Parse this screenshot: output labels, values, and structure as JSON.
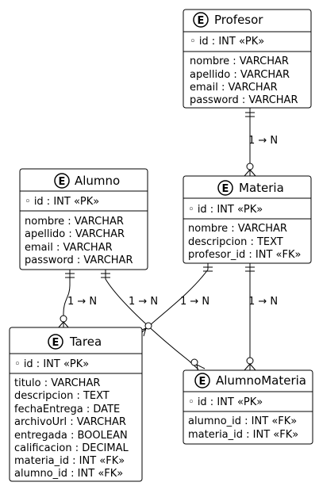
{
  "entities": {
    "profesor": {
      "badge": "E",
      "name": "Profesor",
      "pk": "id : INT «PK»",
      "fields": [
        "nombre : VARCHAR",
        "apellido : VARCHAR",
        "email : VARCHAR",
        "password : VARCHAR"
      ]
    },
    "alumno": {
      "badge": "E",
      "name": "Alumno",
      "pk": "id : INT «PK»",
      "fields": [
        "nombre : VARCHAR",
        "apellido : VARCHAR",
        "email : VARCHAR",
        "password : VARCHAR"
      ]
    },
    "materia": {
      "badge": "E",
      "name": "Materia",
      "pk": "id : INT «PK»",
      "fields": [
        "nombre : VARCHAR",
        "descripcion : TEXT",
        "profesor_id : INT «FK»"
      ]
    },
    "tarea": {
      "badge": "E",
      "name": "Tarea",
      "pk": "id : INT «PK»",
      "fields": [
        "titulo : VARCHAR",
        "descripcion : TEXT",
        "fechaEntrega : DATE",
        "archivoUrl : VARCHAR",
        "entregada : BOOLEAN",
        "calificacion : DECIMAL",
        "materia_id : INT «FK»",
        "alumno_id : INT «FK»"
      ]
    },
    "alumnomateria": {
      "badge": "E",
      "name": "AlumnoMateria",
      "pk": "id : INT «PK»",
      "fields": [
        "alumno_id : INT «FK»",
        "materia_id : INT «FK»"
      ]
    }
  },
  "relations": {
    "profesor_materia": "1 → N",
    "alumno_tarea": "1 → N",
    "alumno_alumnomateria": "1 → N",
    "materia_tarea": "1 → N",
    "materia_alumnomateria": "1 → N"
  }
}
